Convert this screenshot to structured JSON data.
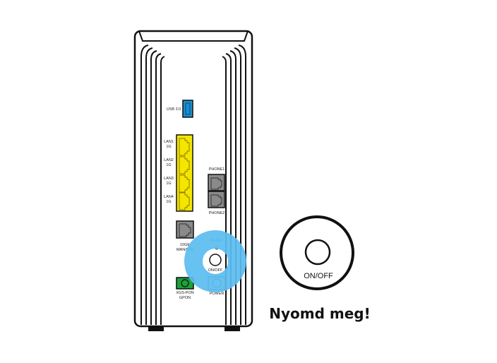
{
  "ports": {
    "usb": "USB 3.0",
    "lan": [
      {
        "name": "LAN1",
        "speed": "1G"
      },
      {
        "name": "LAN2",
        "speed": "1G"
      },
      {
        "name": "LAN3",
        "speed": "1G"
      },
      {
        "name": "LAN4",
        "speed": "1G"
      }
    ],
    "phone1": "PHONE1",
    "phone2": "PHONE2",
    "wan_line1": "10GE",
    "wan_line2": "WAN/LAN",
    "pon_line1": "XGS-PON",
    "pon_line2": "GPON",
    "reset": "RESET",
    "onoff": "ON/OFF",
    "power": "POWER"
  },
  "callout": {
    "button_label": "ON/OFF",
    "instruction": "Nyomd meg!"
  },
  "colors": {
    "usb": "#1a8fd0",
    "lan": "#f5e600",
    "phone": "#8a8a8a",
    "pon": "#1aa13a",
    "highlight": "#5bbcf0"
  }
}
